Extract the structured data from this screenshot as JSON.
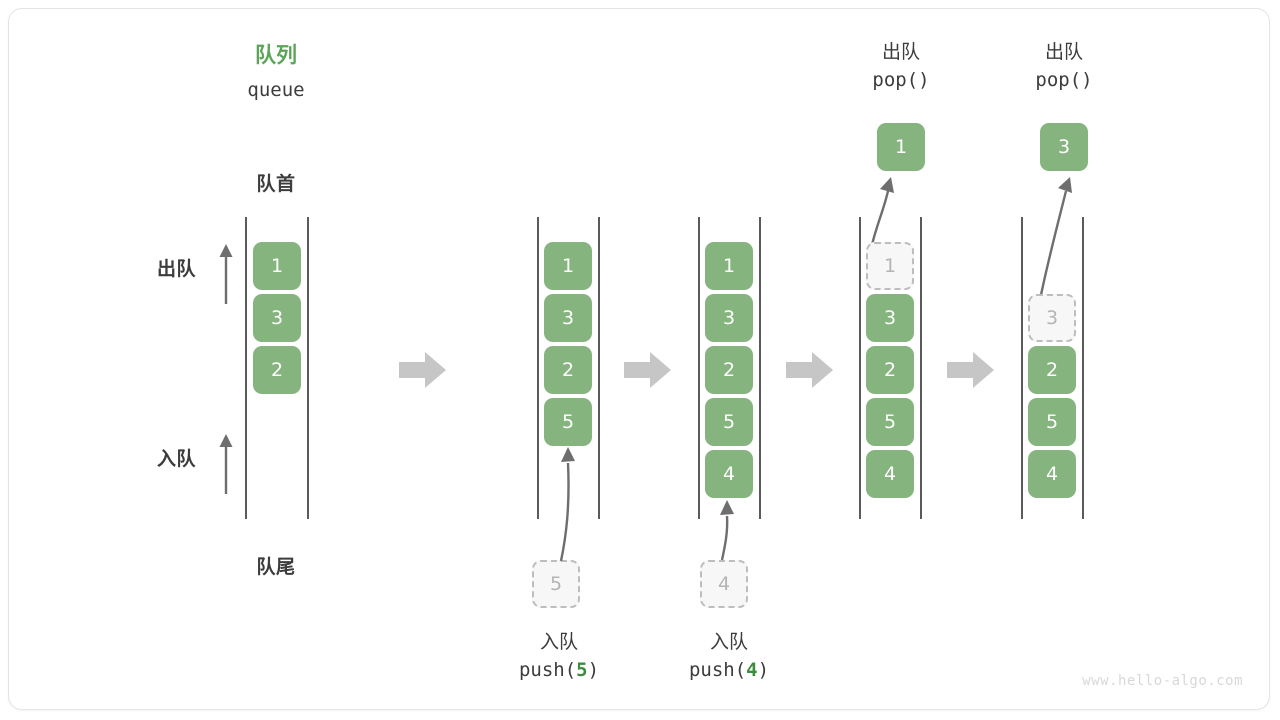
{
  "diagram": {
    "title_cn": "队列",
    "title_en": "queue",
    "front_label": "队首",
    "rear_label": "队尾",
    "dequeue_label": "出队",
    "enqueue_label": "入队",
    "watermark": "www.hello-algo.com",
    "colors": {
      "cell_fill": "#86b47f",
      "cell_text": "#ffffff",
      "ghost_fill": "#f7f7f7",
      "ghost_border": "#bdbdbd",
      "ghost_text": "#b4b4b4",
      "rail": "#5a5a5a",
      "accent_green": "#3d8b3d",
      "title_green": "#5ba559",
      "text": "#3c3c3c",
      "flow_arrow": "#c6c6c6",
      "thin_arrow": "#6e6e6e"
    }
  },
  "columns": [
    {
      "id": "initial",
      "cells": [
        {
          "value": "1",
          "state": "filled"
        },
        {
          "value": "3",
          "state": "filled"
        },
        {
          "value": "2",
          "state": "filled"
        }
      ]
    },
    {
      "id": "after-push-5",
      "cells": [
        {
          "value": "1",
          "state": "filled"
        },
        {
          "value": "3",
          "state": "filled"
        },
        {
          "value": "2",
          "state": "filled"
        },
        {
          "value": "5",
          "state": "filled"
        }
      ]
    },
    {
      "id": "after-push-4",
      "cells": [
        {
          "value": "1",
          "state": "filled"
        },
        {
          "value": "3",
          "state": "filled"
        },
        {
          "value": "2",
          "state": "filled"
        },
        {
          "value": "5",
          "state": "filled"
        },
        {
          "value": "4",
          "state": "filled"
        }
      ]
    },
    {
      "id": "after-pop-1",
      "cells": [
        {
          "value": "1",
          "state": "ghost"
        },
        {
          "value": "3",
          "state": "filled"
        },
        {
          "value": "2",
          "state": "filled"
        },
        {
          "value": "5",
          "state": "filled"
        },
        {
          "value": "4",
          "state": "filled"
        }
      ]
    },
    {
      "id": "after-pop-3",
      "cells": [
        {
          "value": "",
          "state": "empty"
        },
        {
          "value": "3",
          "state": "ghost"
        },
        {
          "value": "2",
          "state": "filled"
        },
        {
          "value": "5",
          "state": "filled"
        },
        {
          "value": "4",
          "state": "filled"
        }
      ]
    }
  ],
  "operations": {
    "push_5": {
      "ghost_value": "5",
      "label_cn": "入队",
      "call_prefix": "push(",
      "call_value": "5",
      "call_suffix": ")"
    },
    "push_4": {
      "ghost_value": "4",
      "label_cn": "入队",
      "call_prefix": "push(",
      "call_value": "4",
      "call_suffix": ")"
    },
    "pop_1": {
      "label_cn": "出队",
      "call": "pop()",
      "popped_value": "1"
    },
    "pop_3": {
      "label_cn": "出队",
      "call": "pop()",
      "popped_value": "3"
    }
  }
}
